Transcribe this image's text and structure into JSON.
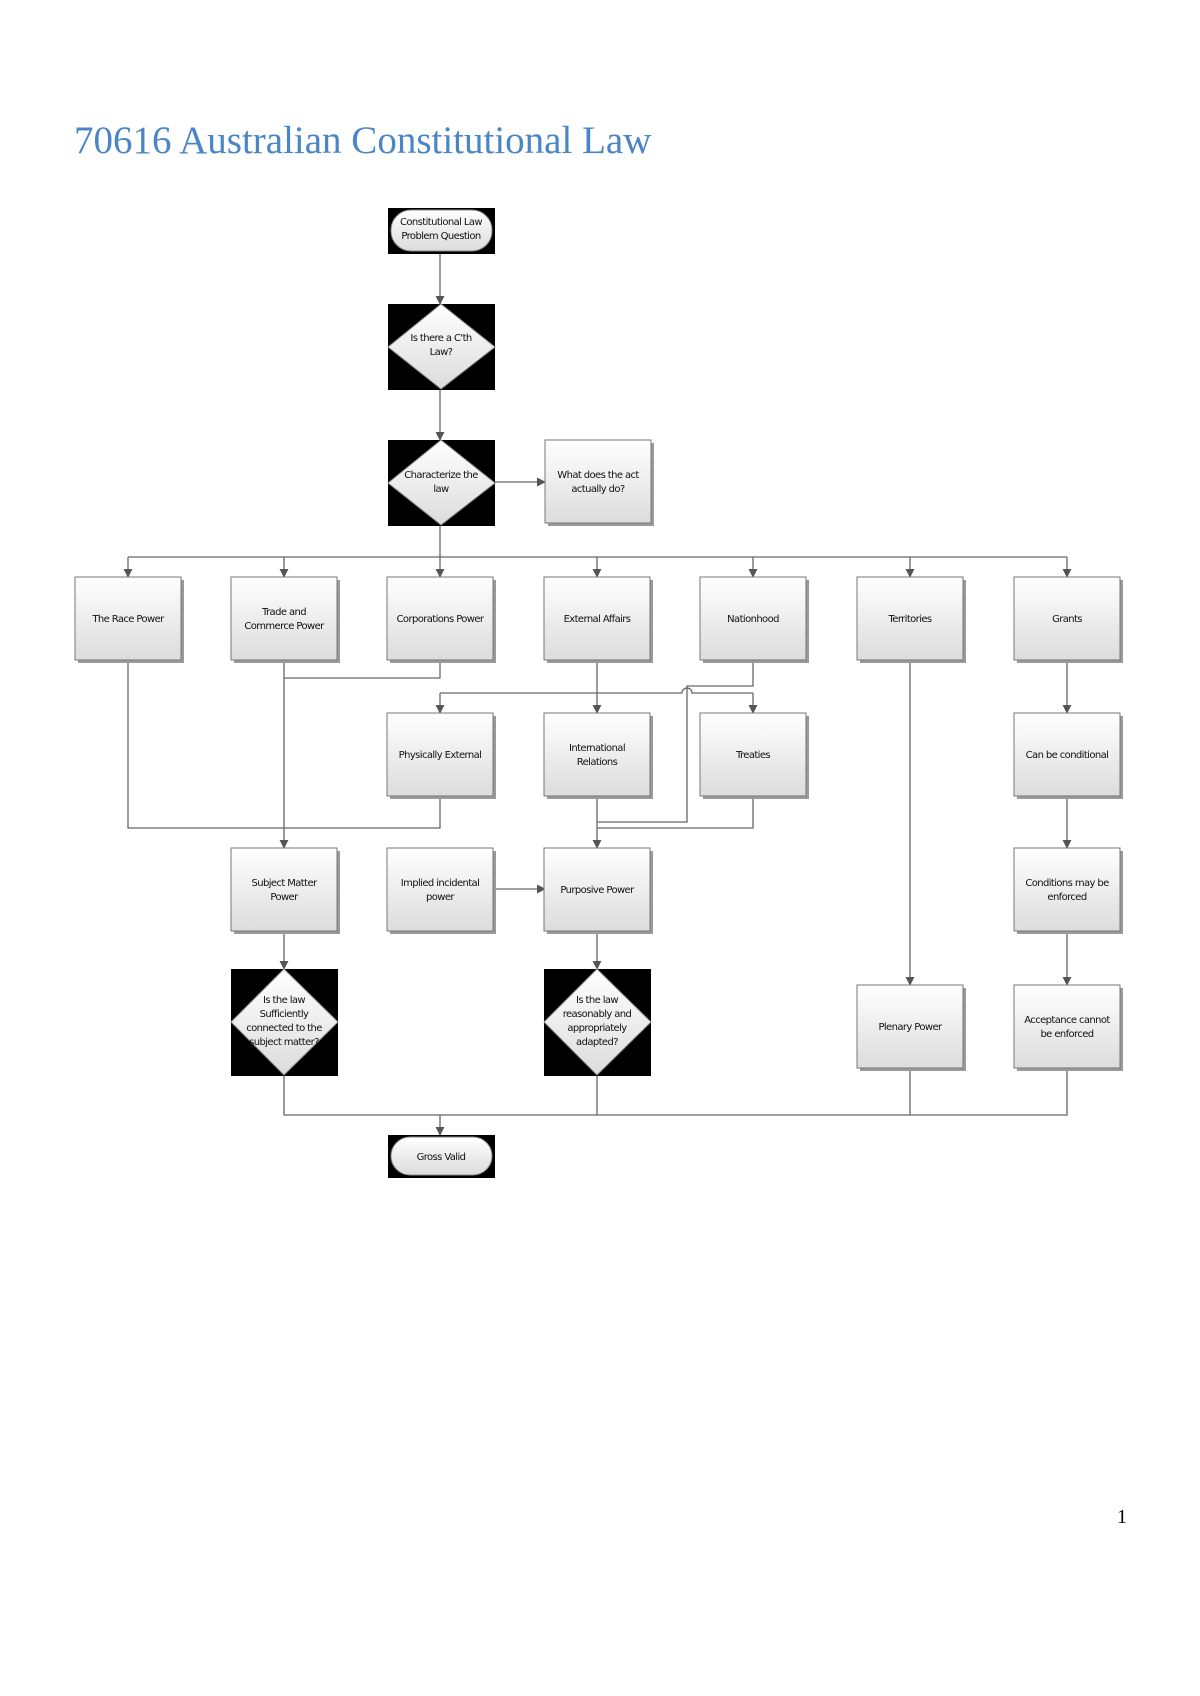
{
  "page": {
    "title": "70616 Australian Constitutional Law",
    "page_number": "1"
  },
  "flowchart": {
    "start": [
      "Constitutional Law",
      "Problem Question"
    ],
    "is_cth_law": [
      "Is there a C'th",
      "Law?"
    ],
    "characterize": [
      "Characterize the",
      "law"
    ],
    "what_does_act_do": [
      "What does the act",
      "actually do?"
    ],
    "race_power": [
      "The Race Power"
    ],
    "trade_commerce": [
      "Trade and",
      "Commerce Power"
    ],
    "corporations": [
      "Corporations Power"
    ],
    "external_affairs": [
      "External Affairs"
    ],
    "nationhood": [
      "Nationhood"
    ],
    "territories": [
      "Territories"
    ],
    "grants": [
      "Grants"
    ],
    "physically_external": [
      "Physically External"
    ],
    "international_relations": [
      "International",
      "Relations"
    ],
    "treaties": [
      "Treaties"
    ],
    "can_be_conditional": [
      "Can be conditional"
    ],
    "subject_matter_power": [
      "Subject Matter",
      "Power"
    ],
    "implied_incidental": [
      "Implied incidental",
      "power"
    ],
    "purposive_power": [
      "Purposive Power"
    ],
    "conditions_enforced": [
      "Conditions may be",
      "enforced"
    ],
    "sufficiently_connected": [
      "Is the law",
      "Sufficiently",
      "connected to the",
      "subject matter?"
    ],
    "reasonably_adapted": [
      "Is the law",
      "reasonably and",
      "appropriately",
      "adapted?"
    ],
    "plenary_power": [
      "Plenary Power"
    ],
    "acceptance": [
      "Acceptance cannot",
      "be enforced"
    ],
    "gross_valid": [
      "Gross Valid"
    ]
  }
}
